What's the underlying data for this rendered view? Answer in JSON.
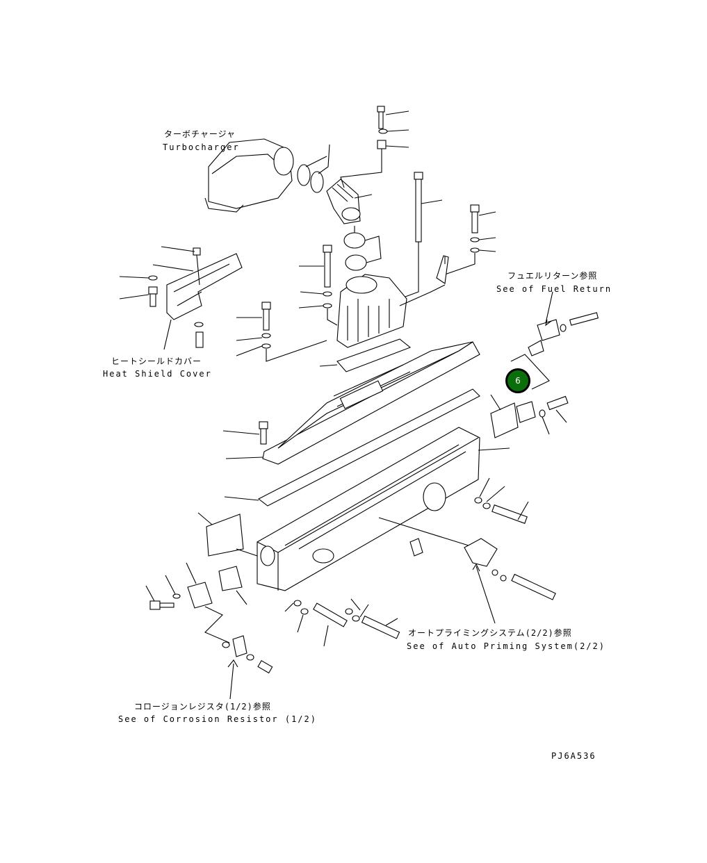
{
  "labels": {
    "turbocharger_jp": "ターボチャージャ",
    "turbocharger_en": "Turbocharger",
    "fuel_return_jp": "フュエルリターン参照",
    "fuel_return_en": "See of Fuel Return",
    "heat_shield_jp": "ヒートシールドカバー",
    "heat_shield_en": "Heat Shield Cover",
    "auto_priming_jp": "オートプライミングシステム(2/2)参照",
    "auto_priming_en": "See of Auto Priming System(2/2)",
    "corrosion_jp": "コロージョンレジスタ(1/2)参照",
    "corrosion_en": "See of Corrosion Resistor (1/2)"
  },
  "callout": {
    "number": "6",
    "color": "#0a6e0a"
  },
  "drawing_code": "PJ6A536"
}
